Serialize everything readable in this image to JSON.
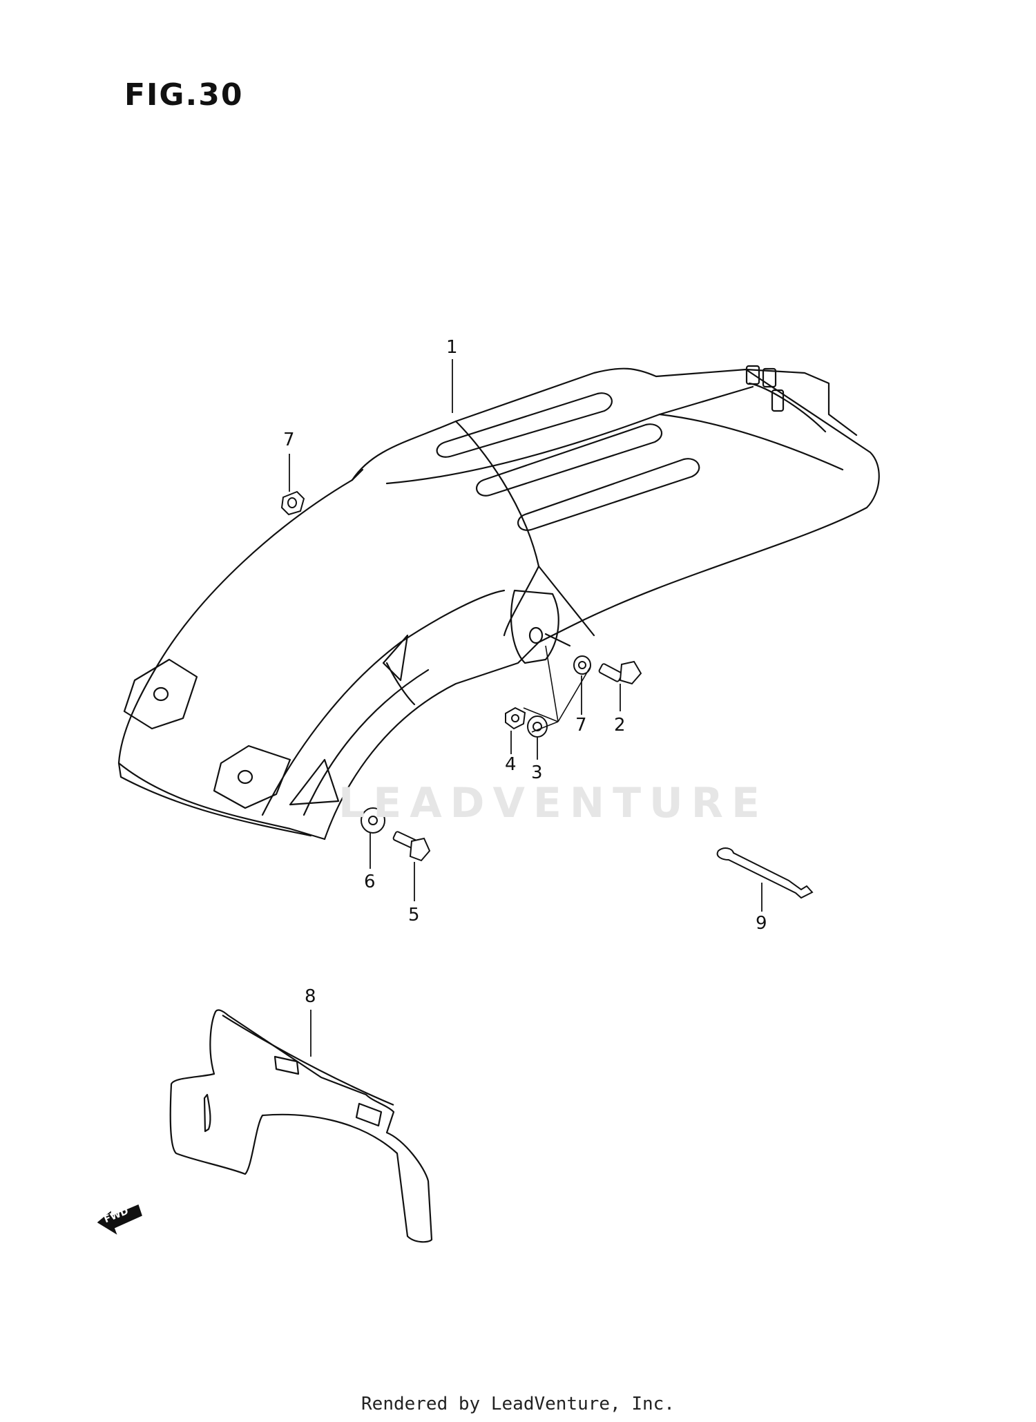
{
  "figure_title": "FIG.30",
  "watermark": "LEADVENTURE",
  "fwd_label": "FWD",
  "footer": "Rendered by LeadVenture, Inc.",
  "callouts": [
    {
      "id": "1",
      "label": "1"
    },
    {
      "id": "2",
      "label": "2"
    },
    {
      "id": "3",
      "label": "3"
    },
    {
      "id": "4",
      "label": "4"
    },
    {
      "id": "5",
      "label": "5"
    },
    {
      "id": "6",
      "label": "6"
    },
    {
      "id": "7a",
      "label": "7"
    },
    {
      "id": "7b",
      "label": "7"
    },
    {
      "id": "8",
      "label": "8"
    },
    {
      "id": "9",
      "label": "9"
    }
  ]
}
